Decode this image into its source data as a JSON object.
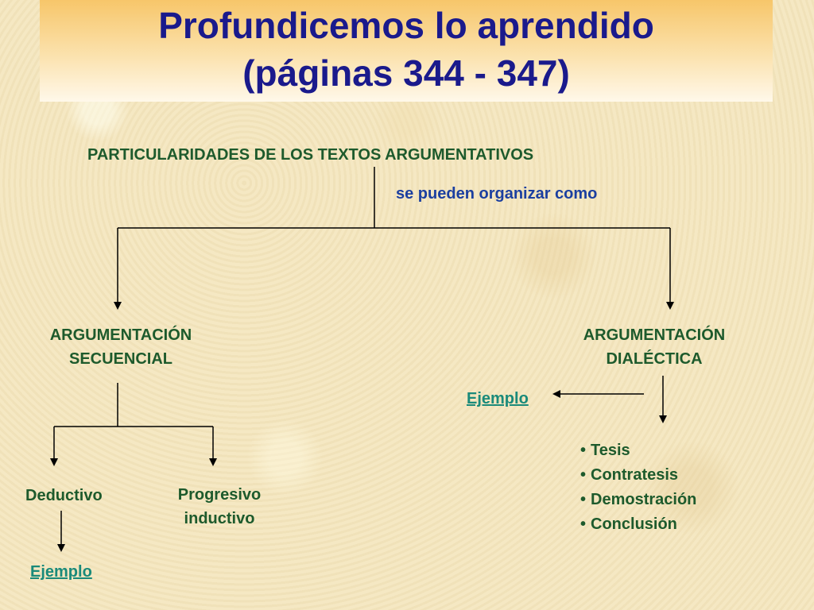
{
  "title": {
    "line1": "Profundicemos lo aprendido",
    "line2": "(páginas 344 - 347)"
  },
  "diagram": {
    "root": "PARTICULARIDADES DE LOS TEXTOS ARGUMENTATIVOS",
    "connector": "se pueden organizar como",
    "left": {
      "line1": "ARGUMENTACIÓN",
      "line2": "SECUENCIAL",
      "children": {
        "deductivo": "Deductivo",
        "progresivo_line1": "Progresivo",
        "progresivo_line2": "inductivo"
      },
      "example": "Ejemplo"
    },
    "right": {
      "line1": "ARGUMENTACIÓN",
      "line2": "DIALÉCTICA",
      "example": "Ejemplo",
      "items": [
        "Tesis",
        "Contratesis",
        "Demostración",
        "Conclusión"
      ]
    }
  }
}
